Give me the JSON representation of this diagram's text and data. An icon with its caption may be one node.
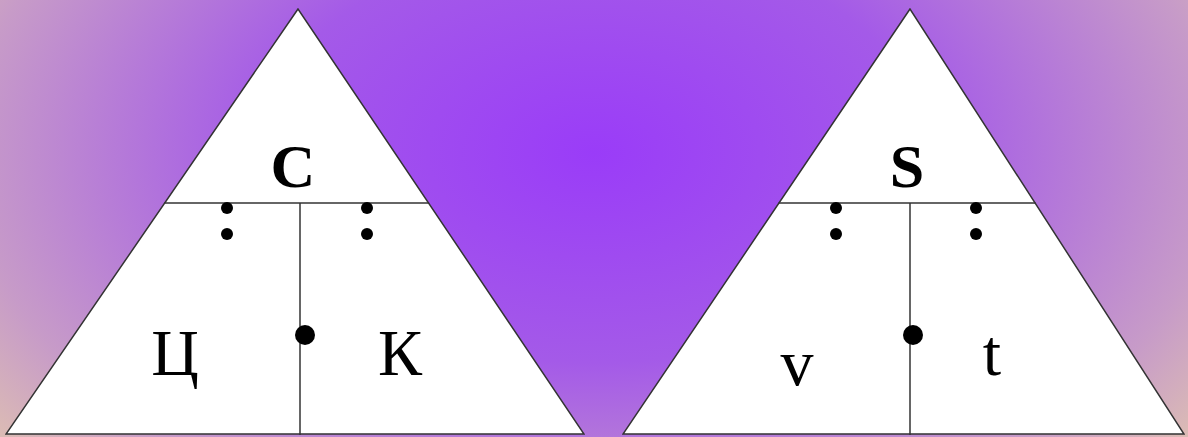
{
  "diagram": {
    "nodes": [
      {
        "text": [],
        "shape": "triangle"
      },
      {
        "text": [
          "С"
        ],
        "in": 0
      },
      {
        "text": [
          "Ц"
        ],
        "in": 0
      },
      {
        "text": [
          "К"
        ],
        "in": 0
      },
      {
        "text": [],
        "shape": "triangle"
      },
      {
        "text": [
          "S"
        ],
        "in": 4
      },
      {
        "text": [
          "v"
        ],
        "in": 4
      },
      {
        "text": [
          "t"
        ],
        "in": 4
      }
    ]
  }
}
